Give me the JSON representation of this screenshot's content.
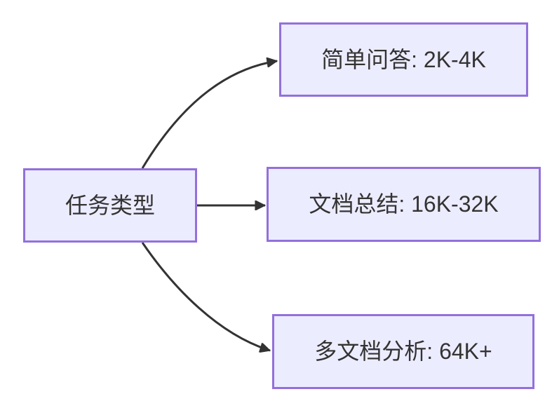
{
  "diagram": {
    "type": "flowchart-left-to-right",
    "root": {
      "label": "任务类型"
    },
    "branches": [
      {
        "label": "简单问答: 2K-4K"
      },
      {
        "label": "文档总结: 16K-32K"
      },
      {
        "label": "多文档分析: 64K+"
      }
    ],
    "edges": [
      {
        "from": "任务类型",
        "to": "简单问答: 2K-4K"
      },
      {
        "from": "任务类型",
        "to": "文档总结: 16K-32K"
      },
      {
        "from": "任务类型",
        "to": "多文档分析: 64K+"
      }
    ],
    "colors": {
      "node_fill": "#ECECFF",
      "node_border": "#9370DB",
      "edge_stroke": "#333333",
      "text": "#333333",
      "background": "#FFFFFF"
    }
  }
}
